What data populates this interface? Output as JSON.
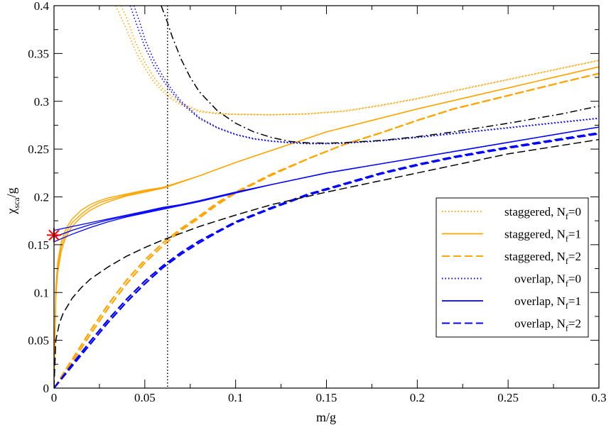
{
  "chart_data": {
    "type": "line",
    "xlabel": "m/g",
    "ylabel": {
      "main": "χ",
      "sub": "sca",
      "suffix": "/g"
    },
    "xlim": [
      0,
      0.3
    ],
    "ylim": [
      0,
      0.4
    ],
    "x_ticks": [
      "0",
      "0.05",
      "0.1",
      "0.15",
      "0.2",
      "0.25",
      "0.3"
    ],
    "y_ticks": [
      "0",
      "0.05",
      "0.1",
      "0.15",
      "0.2",
      "0.25",
      "0.3",
      "0.35",
      "0.4"
    ],
    "grid": false,
    "legend_position": "right",
    "colors": {
      "orange": "#FFA500",
      "blue": "#0000FF",
      "black": "#000000",
      "marker": "#FF0000"
    },
    "vertical_line": {
      "x": 0.0625,
      "style": "dotted"
    },
    "marker": {
      "x": 0,
      "y": 0.16,
      "symbol": "asterisk"
    },
    "legend": [
      {
        "text": "staggered, N",
        "sub": "f",
        "suffix": "=0",
        "color": "#FFA500",
        "dash": "dotted"
      },
      {
        "text": "staggered, N",
        "sub": "f",
        "suffix": "=1",
        "color": "#FFA500",
        "dash": "solid"
      },
      {
        "text": "staggered, N",
        "sub": "f",
        "suffix": "=2",
        "color": "#FFA500",
        "dash": "dashed"
      },
      {
        "text": "overlap, N",
        "sub": "f",
        "suffix": "=0",
        "color": "#0000FF",
        "dash": "dotted"
      },
      {
        "text": "overlap, N",
        "sub": "f",
        "suffix": "=1",
        "color": "#0000FF",
        "dash": "solid"
      },
      {
        "text": "overlap, N",
        "sub": "f",
        "suffix": "=2",
        "color": "#0000FF",
        "dash": "dashed"
      }
    ],
    "series": [
      {
        "name": "staggered, Nf=0",
        "color": "#FFA500",
        "dash": "dotted",
        "width": 1.6,
        "x": [
          0.037,
          0.04,
          0.045,
          0.05,
          0.055,
          0.06,
          0.065,
          0.07,
          0.08,
          0.09,
          0.1,
          0.12,
          0.14,
          0.16,
          0.18,
          0.2,
          0.22,
          0.25,
          0.28,
          0.3
        ],
        "y": [
          0.4,
          0.387,
          0.361,
          0.341,
          0.325,
          0.313,
          0.305,
          0.298,
          0.29,
          0.2875,
          0.2865,
          0.286,
          0.287,
          0.29,
          0.296,
          0.303,
          0.311,
          0.323,
          0.335,
          0.343
        ]
      },
      {
        "name": "staggered, Nf=0 (b)",
        "color": "#FFA500",
        "dash": "dotted",
        "width": 1.6,
        "x": [
          0.034,
          0.04,
          0.045,
          0.05,
          0.055,
          0.06,
          0.065,
          0.07,
          0.08,
          0.09,
          0.1,
          0.12,
          0.14,
          0.16,
          0.18,
          0.2,
          0.22,
          0.25,
          0.28,
          0.3
        ],
        "y": [
          0.4,
          0.375,
          0.352,
          0.335,
          0.32,
          0.31,
          0.302,
          0.296,
          0.289,
          0.287,
          0.2862,
          0.2858,
          0.2868,
          0.2895,
          0.2955,
          0.3025,
          0.3105,
          0.3225,
          0.3345,
          0.3425
        ]
      },
      {
        "name": "staggered, Nf=1 (1)",
        "color": "#FFA500",
        "dash": "solid",
        "width": 1.4,
        "x": [
          0,
          0.001,
          0.002,
          0.004,
          0.006,
          0.008,
          0.01,
          0.015,
          0.02,
          0.025,
          0.03,
          0.04,
          0.05,
          0.06,
          0.08,
          0.1,
          0.15,
          0.2,
          0.25,
          0.3
        ],
        "y": [
          0,
          0.095,
          0.12,
          0.143,
          0.155,
          0.163,
          0.169,
          0.179,
          0.186,
          0.191,
          0.195,
          0.201,
          0.205,
          0.209,
          0.222,
          0.236,
          0.268,
          0.292,
          0.314,
          0.336
        ]
      },
      {
        "name": "staggered, Nf=1 (2)",
        "color": "#FFA500",
        "dash": "solid",
        "width": 1.4,
        "x": [
          0,
          0.001,
          0.002,
          0.004,
          0.006,
          0.008,
          0.01,
          0.015,
          0.02,
          0.025,
          0.03,
          0.04,
          0.05,
          0.06,
          0.08,
          0.1,
          0.15,
          0.2,
          0.25,
          0.3
        ],
        "y": [
          0,
          0.1,
          0.125,
          0.148,
          0.159,
          0.167,
          0.173,
          0.182,
          0.189,
          0.194,
          0.197,
          0.202,
          0.206,
          0.209,
          0.222,
          0.236,
          0.268,
          0.292,
          0.314,
          0.336
        ]
      },
      {
        "name": "staggered, Nf=1 (3)",
        "color": "#FFA500",
        "dash": "solid",
        "width": 1.4,
        "x": [
          0,
          0.001,
          0.002,
          0.004,
          0.006,
          0.008,
          0.01,
          0.015,
          0.02,
          0.025,
          0.03,
          0.04,
          0.05,
          0.06,
          0.08,
          0.1,
          0.15,
          0.2,
          0.25,
          0.3
        ],
        "y": [
          0,
          0.105,
          0.131,
          0.153,
          0.164,
          0.171,
          0.177,
          0.186,
          0.192,
          0.196,
          0.199,
          0.203,
          0.207,
          0.21,
          0.222,
          0.236,
          0.268,
          0.292,
          0.314,
          0.336
        ]
      },
      {
        "name": "staggered, Nf=2",
        "color": "#FFA500",
        "dash": "dashed",
        "width": 2.2,
        "x": [
          0,
          0.01,
          0.02,
          0.03,
          0.04,
          0.05,
          0.06,
          0.07,
          0.08,
          0.09,
          0.1,
          0.12,
          0.14,
          0.16,
          0.18,
          0.2,
          0.22,
          0.25,
          0.28,
          0.3
        ],
        "y": [
          0,
          0.03,
          0.06,
          0.088,
          0.113,
          0.134,
          0.152,
          0.167,
          0.18,
          0.194,
          0.205,
          0.224,
          0.24,
          0.255,
          0.267,
          0.28,
          0.292,
          0.306,
          0.32,
          0.329
        ]
      },
      {
        "name": "staggered, Nf=2 (b)",
        "color": "#FFA500",
        "dash": "dashed",
        "width": 2.2,
        "x": [
          0,
          0.01,
          0.02,
          0.03,
          0.04,
          0.05,
          0.06,
          0.07,
          0.08,
          0.09,
          0.1,
          0.12,
          0.14,
          0.16,
          0.18,
          0.2,
          0.22,
          0.25,
          0.28,
          0.3
        ],
        "y": [
          0,
          0.027,
          0.056,
          0.084,
          0.109,
          0.131,
          0.149,
          0.165,
          0.178,
          0.192,
          0.204,
          0.223,
          0.24,
          0.255,
          0.267,
          0.28,
          0.292,
          0.306,
          0.32,
          0.329
        ]
      },
      {
        "name": "overlap, Nf=0",
        "color": "#0000FF",
        "dash": "dotted",
        "width": 1.6,
        "x": [
          0.042,
          0.045,
          0.05,
          0.055,
          0.06,
          0.065,
          0.07,
          0.08,
          0.09,
          0.1,
          0.11,
          0.12,
          0.13,
          0.14,
          0.15,
          0.16,
          0.18,
          0.2,
          0.22,
          0.25,
          0.28,
          0.3
        ],
        "y": [
          0.4,
          0.383,
          0.357,
          0.337,
          0.322,
          0.309,
          0.298,
          0.282,
          0.272,
          0.265,
          0.2605,
          0.258,
          0.2565,
          0.2555,
          0.2555,
          0.256,
          0.2585,
          0.262,
          0.266,
          0.272,
          0.278,
          0.282
        ]
      },
      {
        "name": "overlap, Nf=0 (b)",
        "color": "#0000FF",
        "dash": "dotted",
        "width": 1.6,
        "x": [
          0.044,
          0.047,
          0.05,
          0.055,
          0.06,
          0.065,
          0.07,
          0.08,
          0.09,
          0.1,
          0.11,
          0.12,
          0.13,
          0.14,
          0.15,
          0.16,
          0.18,
          0.2,
          0.22,
          0.25,
          0.28,
          0.3
        ],
        "y": [
          0.4,
          0.384,
          0.365,
          0.343,
          0.326,
          0.312,
          0.3,
          0.283,
          0.2725,
          0.2655,
          0.261,
          0.2585,
          0.257,
          0.256,
          0.256,
          0.2565,
          0.259,
          0.2625,
          0.2665,
          0.2725,
          0.2785,
          0.2825
        ]
      },
      {
        "name": "overlap, Nf=1 (1)",
        "color": "#0000FF",
        "dash": "solid",
        "width": 1.3,
        "x": [
          0,
          0.01,
          0.02,
          0.03,
          0.04,
          0.05,
          0.06,
          0.07,
          0.08,
          0.1,
          0.12,
          0.15,
          0.2,
          0.25,
          0.3
        ],
        "y": [
          0.165,
          0.169,
          0.173,
          0.177,
          0.181,
          0.185,
          0.189,
          0.192,
          0.196,
          0.205,
          0.213,
          0.225,
          0.241,
          0.257,
          0.273
        ]
      },
      {
        "name": "overlap, Nf=1 (2)",
        "color": "#0000FF",
        "dash": "solid",
        "width": 1.3,
        "x": [
          0,
          0.01,
          0.02,
          0.03,
          0.04,
          0.05,
          0.06,
          0.07,
          0.08,
          0.1,
          0.12,
          0.15,
          0.2,
          0.25,
          0.3
        ],
        "y": [
          0.158,
          0.165,
          0.171,
          0.176,
          0.18,
          0.184,
          0.188,
          0.192,
          0.196,
          0.205,
          0.213,
          0.225,
          0.241,
          0.257,
          0.273
        ]
      },
      {
        "name": "overlap, Nf=1 (3)",
        "color": "#0000FF",
        "dash": "solid",
        "width": 1.3,
        "x": [
          0,
          0.01,
          0.02,
          0.03,
          0.04,
          0.05,
          0.06,
          0.07,
          0.08,
          0.1,
          0.12,
          0.15,
          0.2,
          0.25,
          0.3
        ],
        "y": [
          0.153,
          0.161,
          0.168,
          0.174,
          0.179,
          0.183,
          0.187,
          0.191,
          0.195,
          0.204,
          0.213,
          0.225,
          0.241,
          0.257,
          0.273
        ]
      },
      {
        "name": "overlap, Nf=2",
        "color": "#0000FF",
        "dash": "dashed",
        "width": 2.2,
        "x": [
          0,
          0.01,
          0.02,
          0.03,
          0.04,
          0.05,
          0.06,
          0.07,
          0.08,
          0.09,
          0.1,
          0.12,
          0.14,
          0.16,
          0.18,
          0.2,
          0.22,
          0.25,
          0.28,
          0.3
        ],
        "y": [
          0,
          0.025,
          0.049,
          0.072,
          0.093,
          0.112,
          0.128,
          0.142,
          0.154,
          0.164,
          0.174,
          0.189,
          0.203,
          0.214,
          0.225,
          0.234,
          0.242,
          0.252,
          0.261,
          0.267
        ]
      },
      {
        "name": "overlap, Nf=2 (b)",
        "color": "#0000FF",
        "dash": "dashed",
        "width": 2.2,
        "x": [
          0,
          0.01,
          0.02,
          0.03,
          0.04,
          0.05,
          0.06,
          0.07,
          0.08,
          0.09,
          0.1,
          0.12,
          0.14,
          0.16,
          0.18,
          0.2,
          0.22,
          0.25,
          0.28,
          0.3
        ],
        "y": [
          0,
          0.023,
          0.046,
          0.069,
          0.09,
          0.109,
          0.126,
          0.14,
          0.152,
          0.163,
          0.173,
          0.188,
          0.202,
          0.213,
          0.224,
          0.233,
          0.241,
          0.251,
          0.26,
          0.266
        ]
      },
      {
        "name": "black dashed",
        "color": "#000000",
        "dash": "dashed",
        "width": 1.5,
        "x": [
          0,
          0.001,
          0.003,
          0.005,
          0.01,
          0.015,
          0.02,
          0.03,
          0.04,
          0.05,
          0.06,
          0.07,
          0.08,
          0.1,
          0.12,
          0.15,
          0.2,
          0.25,
          0.3
        ],
        "y": [
          0,
          0.05,
          0.068,
          0.078,
          0.094,
          0.105,
          0.114,
          0.127,
          0.138,
          0.147,
          0.155,
          0.162,
          0.169,
          0.181,
          0.192,
          0.205,
          0.225,
          0.245,
          0.26
        ]
      },
      {
        "name": "black dash-dot",
        "color": "#000000",
        "dash": "dashdot",
        "width": 1.5,
        "x": [
          0.059,
          0.062,
          0.065,
          0.07,
          0.075,
          0.08,
          0.09,
          0.1,
          0.11,
          0.12,
          0.13,
          0.14,
          0.15,
          0.16,
          0.18,
          0.2,
          0.22,
          0.25,
          0.28,
          0.3
        ],
        "y": [
          0.4,
          0.385,
          0.368,
          0.344,
          0.325,
          0.31,
          0.29,
          0.277,
          0.268,
          0.262,
          0.258,
          0.2565,
          0.2562,
          0.2568,
          0.259,
          0.263,
          0.268,
          0.277,
          0.287,
          0.295
        ]
      }
    ]
  }
}
